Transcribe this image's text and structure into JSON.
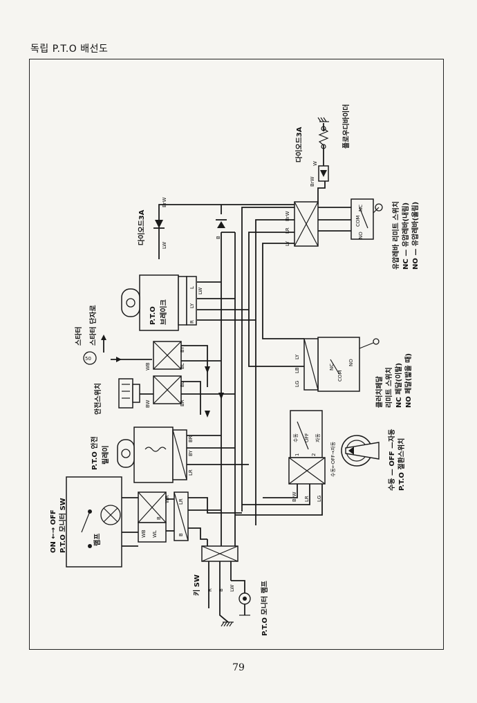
{
  "page": {
    "title": "독립 P.T.O 배선도",
    "number": "79"
  },
  "components": {
    "diode_3a_top": "다이오드3A",
    "floor_vibrator": "플로우디바이더",
    "diode_3a_left": "다이오드3A",
    "limit_switch_1": "유압레바 리미트 스위치",
    "limit_switch_2": "NC — 유압레바(내림)",
    "limit_switch_3": "NO — 유압레바(올림)",
    "pto_brake_1": "P.T.O",
    "pto_brake_2": "브레이크",
    "starter": "스타터",
    "starter_terminal": "스타터 단자로",
    "safety_switch": "안전스위치",
    "pto_safety_relay_1": "P.T.O 안전",
    "pto_safety_relay_2": "릴레이",
    "clutch_pedal_1": "클러치페달",
    "clutch_pedal_2": "리미트 스위치",
    "clutch_pedal_3": "NC 페달(이탈)",
    "clutch_pedal_4": "NO 페달(밟을 때)",
    "pto_monitor_sw_1": "ON ←→ OFF",
    "pto_monitor_sw_2": "P.T.O 모니터 SW",
    "lamp": "램프",
    "pto_monitor_lamp": "P.T.O 모니터 램프",
    "pto_select_1": "수동 — OFF —자동",
    "pto_select_2": "P.T.O 절환스위치",
    "key_sw": "키 SW"
  },
  "pins": {
    "com": "COM",
    "nc": "NC",
    "no": "NO",
    "off": "OFF",
    "manual": "수동",
    "auto": "자동",
    "dial": "수동←OFF→자동",
    "pin1": "1",
    "pin2": "2",
    "pin50": "50"
  },
  "wires": {
    "brw": "BrW",
    "w": "W",
    "lw": "LW",
    "b": "B",
    "r": "R",
    "l": "L",
    "ly": "LY",
    "lg": "LG",
    "lr": "LR",
    "lb": "LB",
    "by": "BY",
    "br": "BR",
    "bl": "BL",
    "bw": "BW",
    "wb": "WB",
    "wl": "WL",
    "wr": "WR"
  }
}
